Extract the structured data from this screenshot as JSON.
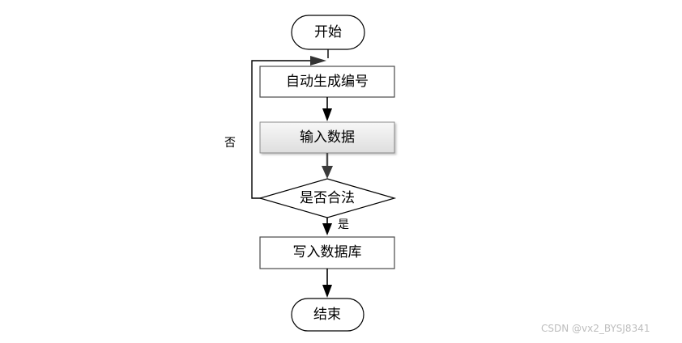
{
  "diagram": {
    "type": "flowchart",
    "nodes": {
      "start": {
        "label": "开始",
        "shape": "terminal"
      },
      "generate_id": {
        "label": "自动生成编号",
        "shape": "process"
      },
      "input_data": {
        "label": "输入数据",
        "shape": "process"
      },
      "is_valid": {
        "label": "是否合法",
        "shape": "decision"
      },
      "write_db": {
        "label": "写入数据库",
        "shape": "process"
      },
      "end": {
        "label": "结束",
        "shape": "terminal"
      }
    },
    "edges": [
      {
        "from": "start",
        "to": "generate_id"
      },
      {
        "from": "generate_id",
        "to": "input_data"
      },
      {
        "from": "input_data",
        "to": "is_valid"
      },
      {
        "from": "is_valid",
        "to": "write_db",
        "label": "是"
      },
      {
        "from": "is_valid",
        "to": "generate_id",
        "label": "否"
      },
      {
        "from": "write_db",
        "to": "end"
      }
    ],
    "branch_labels": {
      "yes": "是",
      "no": "否"
    },
    "colors": {
      "line": "#000000",
      "box_border": "#4a4a4a",
      "highlight_fill": "#ececec"
    }
  },
  "watermark": {
    "text": "CSDN @vx2_BYSJ8341"
  }
}
